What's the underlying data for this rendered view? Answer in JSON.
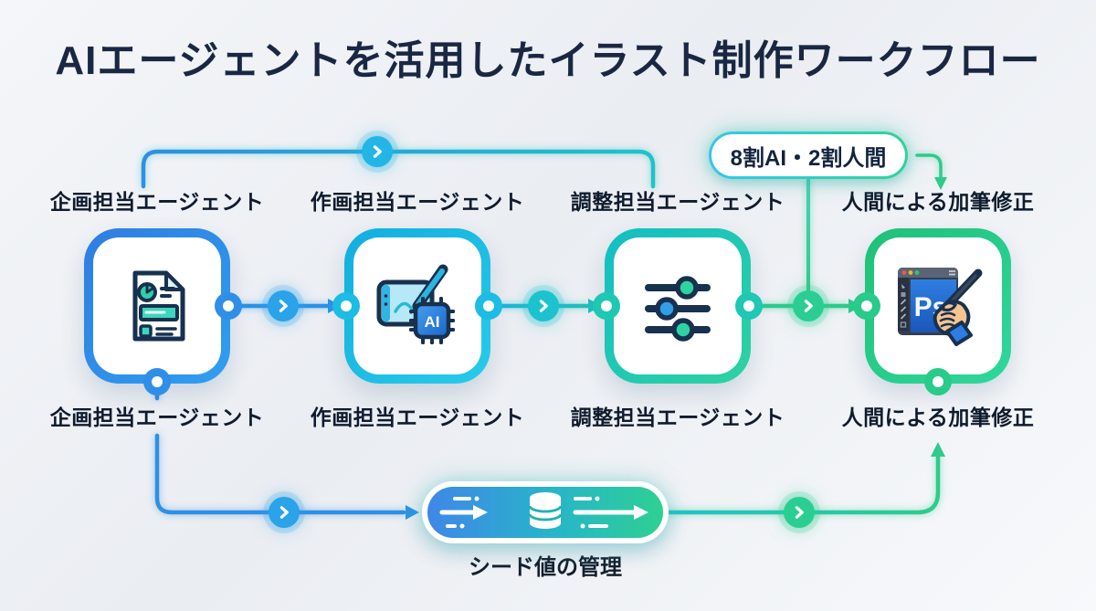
{
  "title": "AIエージェントを活用したイラスト制作ワークフロー",
  "badge": {
    "label": "8割AI・2割人間"
  },
  "nodes": [
    {
      "id": "planning-agent",
      "top_label": "企画担当エージェント",
      "bottom_label": "企画担当エージェント",
      "icon": "document-chart-icon",
      "accent": "#2e86e0"
    },
    {
      "id": "drawing-agent",
      "top_label": "作画担当エージェント",
      "bottom_label": "作画担当エージェント",
      "icon": "drawing-tablet-ai-chip-icon",
      "accent": "#18b8dd",
      "chip_label": "AI"
    },
    {
      "id": "adjust-agent",
      "top_label": "調整担当エージェント",
      "bottom_label": "調整担当エージェント",
      "icon": "sliders-icon",
      "accent": "#1cc3a8"
    },
    {
      "id": "human-retouch",
      "top_label": "人間による加筆修正",
      "bottom_label": "人間による加筆修正",
      "icon": "photoshop-hand-icon",
      "accent": "#27c97e",
      "app_label": "Ps"
    }
  ],
  "seed_flow": {
    "label": "シード値の管理",
    "icon": "database-icon"
  },
  "edges": [
    {
      "from": "planning-agent",
      "to": "adjust-agent",
      "route": "top-bypass"
    },
    {
      "from": "planning-agent",
      "to": "drawing-agent",
      "route": "main"
    },
    {
      "from": "drawing-agent",
      "to": "adjust-agent",
      "route": "main"
    },
    {
      "from": "adjust-agent",
      "to": "human-retouch",
      "route": "main"
    },
    {
      "from": "badge",
      "to": "human-retouch",
      "route": "down-arrow"
    },
    {
      "from": "badge",
      "to": "adjust-agent-to-human-arrow",
      "route": "vertical"
    },
    {
      "from": "planning-agent",
      "to": "seed-management",
      "route": "bottom"
    },
    {
      "from": "seed-management",
      "to": "human-retouch",
      "route": "bottom"
    }
  ],
  "colors": {
    "blue": "#2e8fe4",
    "cyan": "#1ab8dd",
    "teal": "#1fc3b4",
    "green": "#2ecb8c",
    "title_text": "#1a2742",
    "label_text": "#0f1b2d",
    "badge_text": "#13233f"
  }
}
